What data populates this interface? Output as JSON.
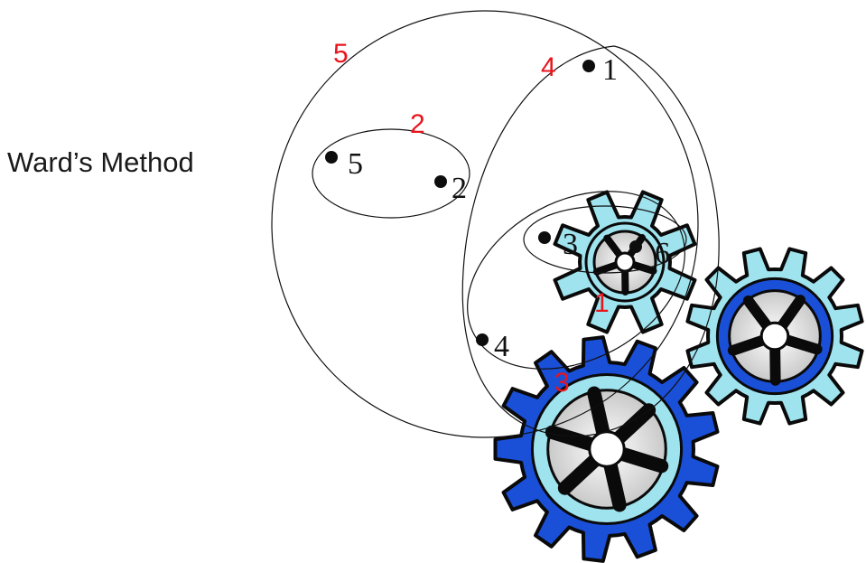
{
  "title": "Ward’s Method",
  "colors": {
    "merge_label": "#e8141c",
    "outline": "#111111",
    "gear_dark": "#1a4fd8",
    "gear_light": "#9fe3ee",
    "gear_outline": "#0a0a0a"
  },
  "points": [
    {
      "id": "1",
      "label": "1"
    },
    {
      "id": "2",
      "label": "2"
    },
    {
      "id": "3",
      "label": "3"
    },
    {
      "id": "4",
      "label": "4"
    },
    {
      "id": "5",
      "label": "5"
    },
    {
      "id": "6",
      "label": "6"
    }
  ],
  "merge_steps": [
    {
      "order": "1",
      "members": [
        "3",
        "6"
      ]
    },
    {
      "order": "2",
      "members": [
        "2",
        "5"
      ]
    },
    {
      "order": "3",
      "members": [
        "3",
        "4",
        "6"
      ]
    },
    {
      "order": "4",
      "members": [
        "1",
        "3",
        "4",
        "6"
      ]
    },
    {
      "order": "5",
      "members": [
        "1",
        "2",
        "3",
        "4",
        "5",
        "6"
      ]
    }
  ],
  "decoration": {
    "gears": [
      "gear-large-icon",
      "gear-medium-icon",
      "gear-small-icon"
    ]
  }
}
